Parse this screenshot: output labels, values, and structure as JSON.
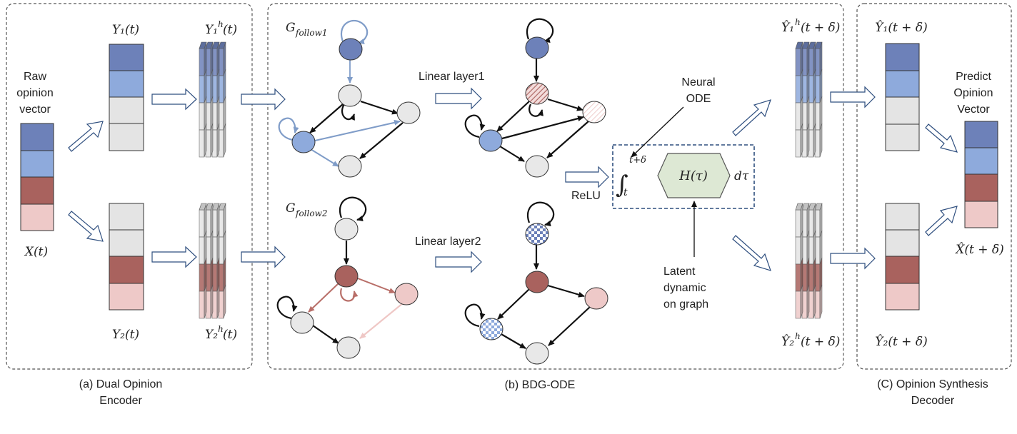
{
  "colors": {
    "blue_dark": "#6d81b9",
    "blue_light": "#8eaadc",
    "grey": "#e4e4e4",
    "red_dark": "#a9625e",
    "red_light": "#eec9c8",
    "node_grey": "#e8e8e8",
    "edge_blue": "#7f9cc8",
    "edge_red": "#b86e68",
    "edge_pink": "#efc7c5",
    "hexagon": "#dde8d4",
    "frame": "#555555",
    "ode_box": "#2f4f7f"
  },
  "encoder": {
    "raw_label": [
      "Raw",
      "opinion",
      "vector"
    ],
    "x_label": "X(t)",
    "y1": "Y₁(t)",
    "y1h_base": "Y₁",
    "y1h_sup": "h",
    "y1h_arg": "(t)",
    "y2": "Y₂(t)",
    "y2h_base": "Y₂",
    "y2h_sup": "h",
    "y2h_arg": "(t)",
    "caption": [
      "(a) Dual Opinion",
      "Encoder"
    ]
  },
  "bdg": {
    "g1_base": "G",
    "g1_sub": "follow1",
    "g2_base": "G",
    "g2_sub": "follow2",
    "linear1": "Linear layer1",
    "linear2": "Linear layer2",
    "relu": "ReLU",
    "neural_ode": [
      "Neural",
      "ODE"
    ],
    "integral_sign": "∫",
    "integral_upper": "t+δ",
    "integral_lower": "t",
    "hexagon_label": "H(τ)",
    "dtau": "dτ",
    "latent": [
      "Latent",
      "dynamic",
      "on graph"
    ],
    "out1_base": "Ŷ₁",
    "out1_sup": "h",
    "out1_arg": "(t + δ)",
    "out2_base": "Ŷ₂",
    "out2_sup": "h",
    "out2_arg": "(t + δ)",
    "caption": "(b) BDG-ODE"
  },
  "decoder": {
    "y1": "Ŷ₁(t + δ)",
    "y2": "Ŷ₂(t + δ)",
    "predict": [
      "Predict",
      "Opinion",
      "Vector"
    ],
    "xhat": "X̂(t + δ)",
    "caption": [
      "(C) Opinion Synthesis",
      "Decoder"
    ]
  }
}
